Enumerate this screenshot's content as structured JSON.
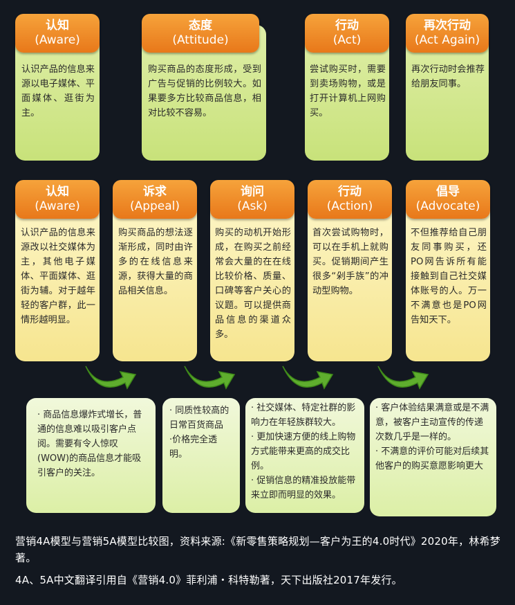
{
  "model_4a": {
    "stages": [
      {
        "title": "认知",
        "subtitle": "(Aware)",
        "text": "认识产品的信息来源以电子媒体、平面媒体、逛街为主。"
      },
      {
        "title": "态度",
        "subtitle": "(Attitude)",
        "text": "购买商品的态度形成，受到广告与促销的比例较大。如果要多方比较商品信息，相对比较不容易。"
      },
      {
        "title": "行动",
        "subtitle": "(Act)",
        "text": "尝试购买时，需要到卖场购物，或是打开计算机上网购买。"
      },
      {
        "title": "再次行动",
        "subtitle": "(Act Again)",
        "text": "再次行动时会推荐给朋友同事。"
      }
    ]
  },
  "model_5a": {
    "stages": [
      {
        "title": "认知",
        "subtitle": "(Aware)",
        "text": "认识产品的信息来源改以社交媒体为主，其他电子媒体、平面媒体、逛街为辅。对于越年轻的客户群，此一情形越明显。"
      },
      {
        "title": "诉求",
        "subtitle": "(Appeal)",
        "text": "购买商品的想法逐渐形成，同时由许多的在线信息来源，获得大量的商品相关信息。"
      },
      {
        "title": "询问",
        "subtitle": "(Ask)",
        "text": "购买的动机开始形成，在购买之前经常会大量的在在线比较价格、质量、口碑等客户关心的议题。可以提供商品信息的渠道众多。"
      },
      {
        "title": "行动",
        "subtitle": "(Action)",
        "text": "首次尝试购物时，可以在手机上就购买。促销期间产生很多“剁手族”的冲动型购物。"
      },
      {
        "title": "倡导",
        "subtitle": "(Advocate)",
        "text": "不但推荐给自己朋友同事购买，还PO网告诉所有能接触到自己社交媒体账号的人。万一不满意也是PO网告知天下。"
      }
    ]
  },
  "notes": [
    {
      "items": [
        "· 商品信息爆炸式增长，普通的信息难以吸引客户点阅。需要有令人惊叹(WOW)的商品信息才能吸引客户的关注。"
      ]
    },
    {
      "items": [
        "· 同质性较高的日常百货商品",
        "·价格完全透明。"
      ]
    },
    {
      "items": [
        "· 社交媒体、特定社群的影响力在年轻族群较大。",
        "· 更加快速方便的线上购物方式能带来更高的成交比例。",
        "· 促销信息的精准投放能带来立即而明显的效果。"
      ]
    },
    {
      "items": [
        "· 客户体验结果满意或是不满意，被客户主动宣传的传递次数几乎是一样的。",
        "· 不满意的评价可能对后续其他客户的购买意愿影响更大"
      ]
    }
  ],
  "caption": {
    "line1": "营销4A模型与营销5A模型比较图，资料来源:《新零售策略规划—客户为王的4.0时代》2020年，林希梦著。",
    "line2": "4A、5A中文翻译引用自《营销4.0》菲利浦・科特勒著，天下出版社2017年发行。"
  },
  "colors": {
    "background": "#131820",
    "header_orange": "#ee8a27",
    "card_green": "#cfe58a",
    "card_yellow": "#f8ea9e",
    "note_green": "#e6f3bd",
    "arrow_green": "#5fae2e"
  },
  "icons": [
    "curved-arrow-icon"
  ]
}
